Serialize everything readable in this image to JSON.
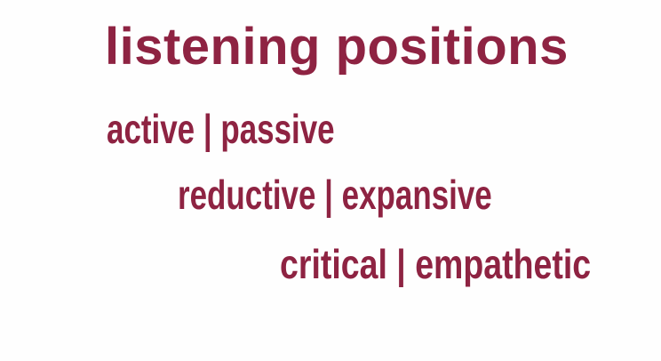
{
  "slide": {
    "title": "listening positions",
    "pairs": [
      {
        "text": "active | passive",
        "first": "active",
        "second": "passive",
        "separator": "|"
      },
      {
        "text": "reductive | expansive",
        "first": "reductive",
        "second": "expansive",
        "separator": "|"
      },
      {
        "text": "critical | empathetic",
        "first": "critical",
        "second": "empathetic",
        "separator": "|"
      }
    ]
  },
  "colors": {
    "text": "#8e2342",
    "background": "#fefefe"
  }
}
